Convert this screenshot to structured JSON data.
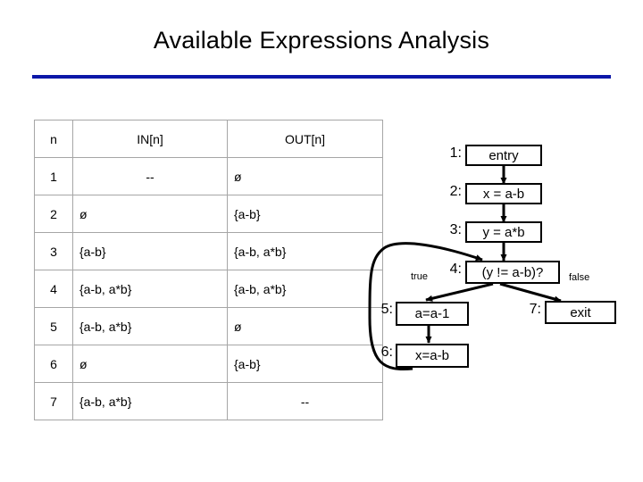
{
  "slide": {
    "title": "Available Expressions Analysis",
    "rule_color": "#0b17a8"
  },
  "table": {
    "headers": [
      "n",
      "IN[n]",
      "OUT[n]"
    ],
    "rows": [
      {
        "n": "1",
        "in": "--",
        "out": "ø"
      },
      {
        "n": "2",
        "in": "ø",
        "out": "{a-b}"
      },
      {
        "n": "3",
        "in": "{a-b}",
        "out": "{a-b, a*b}"
      },
      {
        "n": "4",
        "in": "{a-b, a*b}",
        "out": "{a-b, a*b}"
      },
      {
        "n": "5",
        "in": "{a-b, a*b}",
        "out": "ø"
      },
      {
        "n": "6",
        "in": "ø",
        "out": "{a-b}"
      },
      {
        "n": "7",
        "in": "{a-b, a*b}",
        "out": "--"
      }
    ]
  },
  "cfg": {
    "nodes": [
      {
        "num": "1:",
        "label": "entry"
      },
      {
        "num": "2:",
        "label": "x = a-b"
      },
      {
        "num": "3:",
        "label": "y = a*b"
      },
      {
        "num": "4:",
        "label": "(y != a-b)?"
      },
      {
        "num": "5:",
        "label": "a=a-1"
      },
      {
        "num": "6:",
        "label": "x=a-b"
      },
      {
        "num": "7:",
        "label": "exit"
      }
    ],
    "edge_labels": {
      "true": "true",
      "false": "false"
    }
  }
}
